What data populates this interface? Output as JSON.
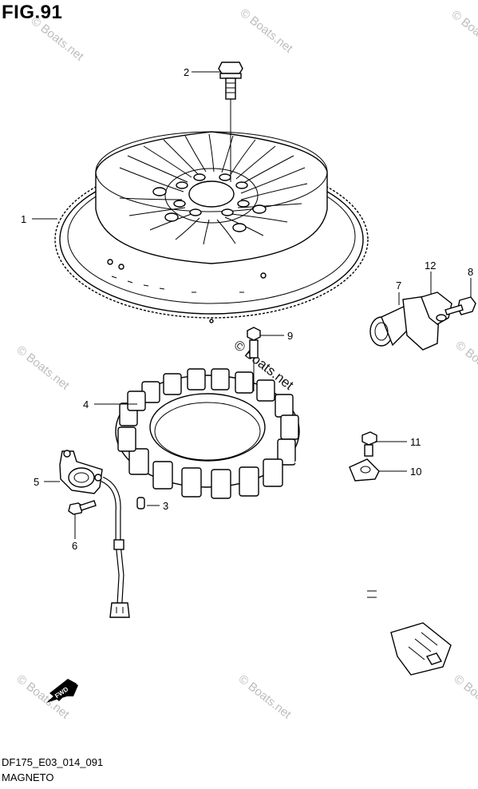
{
  "header": {
    "figure_title": "FIG.91"
  },
  "footer": {
    "diagram_code": "DF175_E03_014_091",
    "diagram_name": "MAGNETO"
  },
  "watermark": {
    "text": "© Boats.net",
    "color": "#bdbdbd"
  },
  "fwd_label": "FWD",
  "callouts": [
    "1",
    "2",
    "3",
    "4",
    "5",
    "6",
    "7",
    "8",
    "9",
    "10",
    "11",
    "12"
  ],
  "icons": {
    "direction_arrow": "fwd-arrow-icon"
  }
}
